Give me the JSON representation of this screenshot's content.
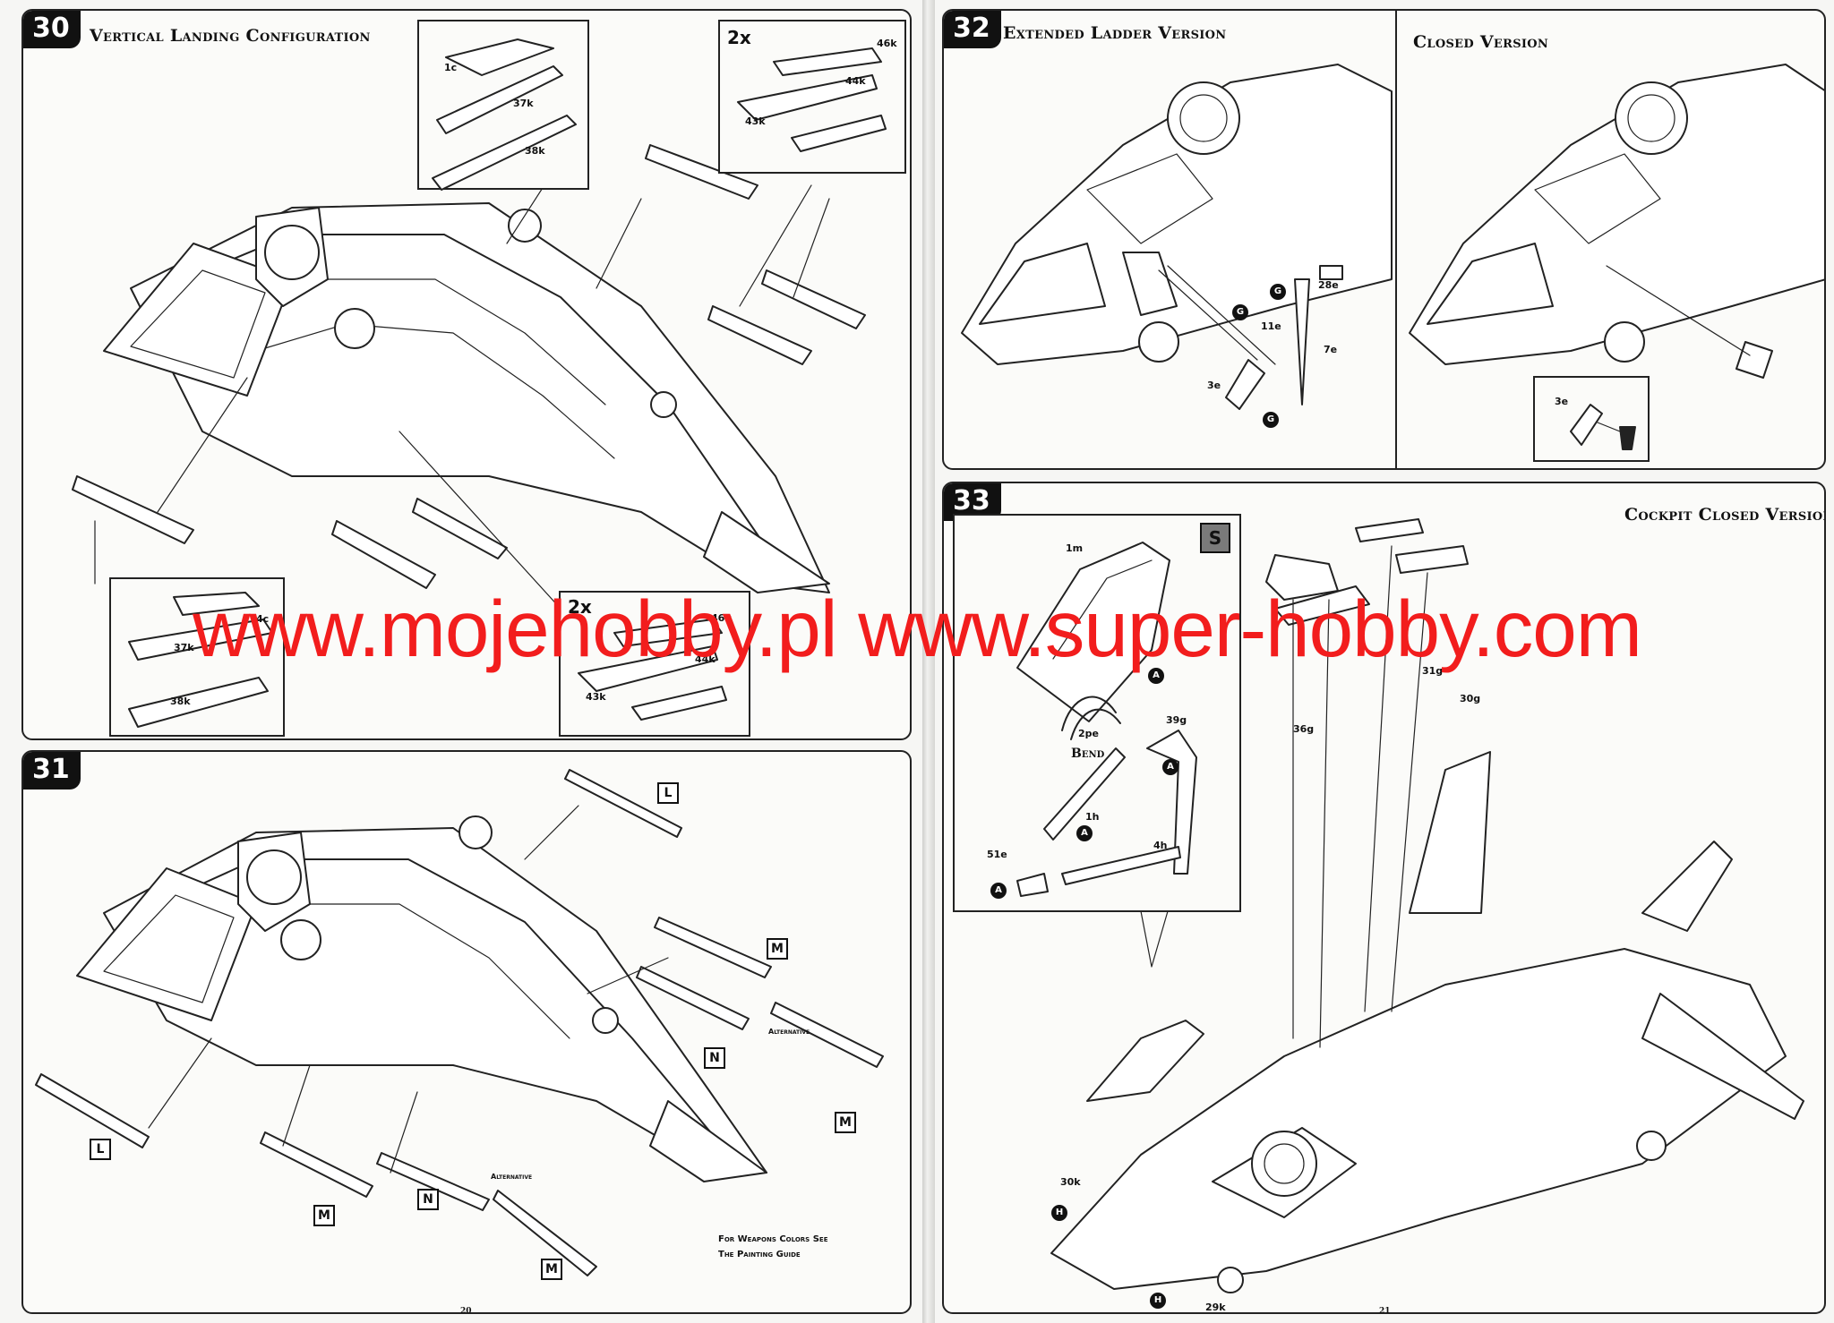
{
  "steps": {
    "s30": {
      "number": "30",
      "title": "Vertical Landing Configuration"
    },
    "s31": {
      "number": "31"
    },
    "s32": {
      "number": "32",
      "title": "Extended Ladder Version",
      "closed_title": "Closed Version"
    },
    "s33": {
      "number": "33",
      "title": "Cockpit Closed Version",
      "tag": "S",
      "bend": "Bend"
    }
  },
  "parts": {
    "p1c": "1c",
    "p37k": "37k",
    "p38k": "38k",
    "p46k": "46k",
    "p44k": "44k",
    "p43k": "43k",
    "p4c": "4c",
    "p37k_b": "37k",
    "p38k_b": "38k",
    "p46k_b": "46k",
    "p44k_b": "44k",
    "p43k_b": "43k",
    "p28e": "28e",
    "p11e": "11e",
    "p7e": "7e",
    "p3e": "3e",
    "p3e_b": "3e",
    "p1m": "1m",
    "p2pe": "2pe",
    "p39g": "39g",
    "p1h": "1h",
    "p4h": "4h",
    "p51e": "51e",
    "p31g": "31g",
    "p30g": "30g",
    "p36g": "36g",
    "p30k": "30k",
    "p29k": "29k"
  },
  "multipliers": {
    "x2_top": "2x",
    "x2_bottom": "2x"
  },
  "weapon_tags": {
    "L1": "L",
    "L2": "L",
    "M1": "M",
    "M2": "M",
    "M3": "M",
    "M4": "M",
    "N1": "N",
    "N2": "N"
  },
  "glue_markers": {
    "G": "G",
    "A": "A",
    "H": "H"
  },
  "alternative": "Alternative",
  "weapons_note_line1": "For Weapons Colors See",
  "weapons_note_line2": "The Painting Guide",
  "page_numbers": {
    "left": "20",
    "right": "21"
  },
  "watermark": "www.mojehobby.pl www.super-hobby.com"
}
